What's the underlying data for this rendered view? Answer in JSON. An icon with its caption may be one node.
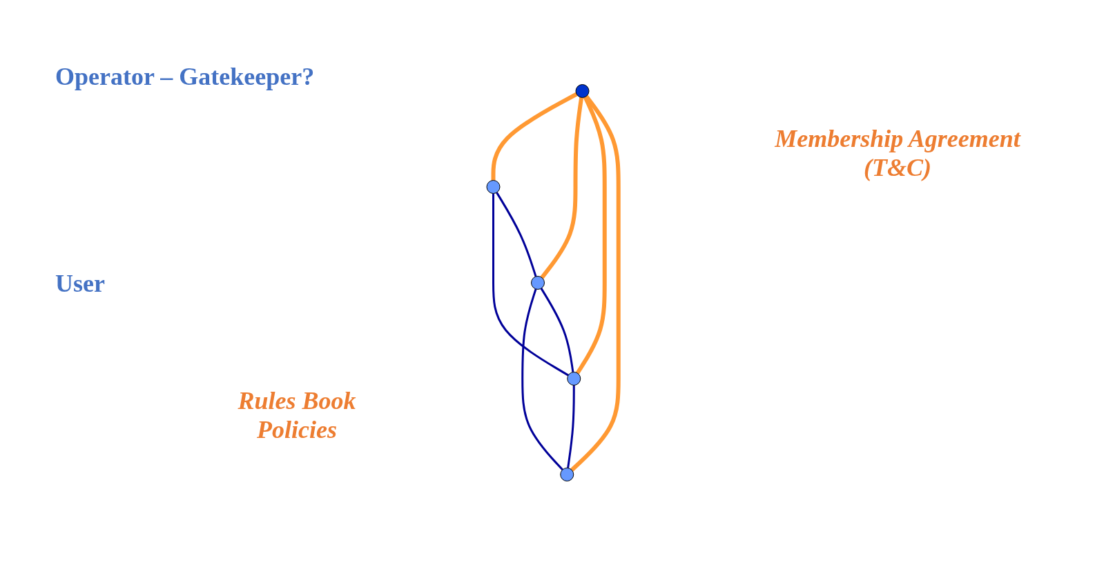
{
  "diagram": {
    "nodes": [
      {
        "text": [],
        "shape": "circle"
      },
      {
        "text": [],
        "shape": "circle"
      },
      {
        "text": [],
        "shape": "circle"
      },
      {
        "text": [],
        "shape": "circle"
      },
      {
        "text": [],
        "shape": "circle"
      }
    ],
    "edges": [
      {
        "from": 0,
        "to": 1,
        "arrow": "none",
        "style": "thick",
        "color": "#ff9933"
      },
      {
        "from": 0,
        "to": 2,
        "arrow": "none",
        "style": "thick",
        "color": "#ff9933"
      },
      {
        "from": 0,
        "to": 3,
        "arrow": "none",
        "style": "thick",
        "color": "#ff9933"
      },
      {
        "from": 0,
        "to": 4,
        "arrow": "none",
        "style": "thick",
        "color": "#ff9933"
      },
      {
        "from": 1,
        "to": 3,
        "arrow": "none"
      },
      {
        "from": 1,
        "to": 2,
        "arrow": "none"
      },
      {
        "from": 2,
        "to": 4,
        "arrow": "none"
      },
      {
        "from": 2,
        "to": 3,
        "arrow": "none"
      },
      {
        "from": 3,
        "to": 4,
        "arrow": "none"
      }
    ],
    "labels": [
      "Operator – Gatekeeper?",
      "User",
      "Membership Agreement (T&C)",
      "Rules Book Policies"
    ]
  }
}
